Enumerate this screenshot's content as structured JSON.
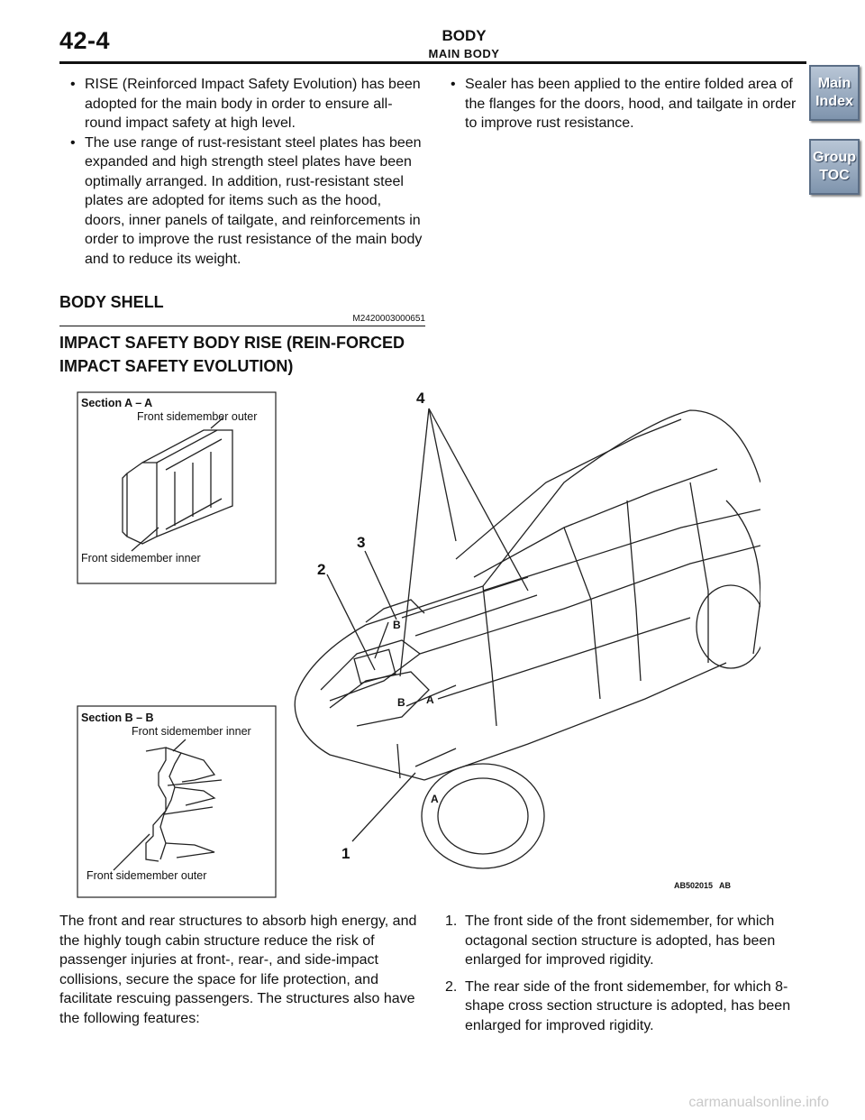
{
  "header": {
    "page_number": "42-4",
    "title": "BODY",
    "subtitle": "MAIN BODY"
  },
  "nav": {
    "main_index": "Main\nIndex",
    "group_toc": "Group\nTOC"
  },
  "bullets_left": [
    "RISE (Reinforced Impact Safety Evolution) has been adopted for the main body in order to ensure all-round impact safety at high level.",
    "The use range of rust-resistant steel plates has been expanded and high strength steel plates have been optimally arranged. In addition, rust-resistant steel plates are adopted for items such as the hood, doors, inner panels of tailgate, and reinforcements in order to improve the rust resistance of the main body and to reduce its weight."
  ],
  "bullets_right": [
    "Sealer has been applied to the entire folded area of the flanges for the doors, hood, and tailgate in order to improve rust resistance."
  ],
  "section": {
    "heading": "BODY SHELL",
    "code": "M2420003000651",
    "subheading": "IMPACT SAFETY BODY RISE (REIN-FORCED IMPACT SAFETY EVOLUTION)"
  },
  "figure": {
    "section_a_title": "Section A – A",
    "section_a_outer": "Front sidemember outer",
    "section_a_inner": "Front sidemember inner",
    "section_b_title": "Section B – B",
    "section_b_inner": "Front sidemember inner",
    "section_b_outer": "Front sidemember outer",
    "callout_1": "1",
    "callout_2": "2",
    "callout_3": "3",
    "callout_4": "4",
    "marker_a": "A",
    "marker_b": "B",
    "figure_code": "AB502015",
    "figure_suffix": "AB"
  },
  "body_text": "The front and rear structures to absorb high energy, and the highly tough cabin structure reduce the risk of passenger injuries at front-, rear-, and side-impact collisions, secure the space for life protection, and facilitate rescuing passengers. The structures also have the following features:",
  "numbered_items": [
    {
      "num": "1.",
      "text": "The front side of the front sidemember, for which octagonal section structure is adopted, has been enlarged for improved rigidity."
    },
    {
      "num": "2.",
      "text": "The rear side of the front sidemember, for which 8-shape cross section structure is adopted, has been enlarged for improved rigidity."
    }
  ],
  "watermark": "carmanualsonline.info"
}
